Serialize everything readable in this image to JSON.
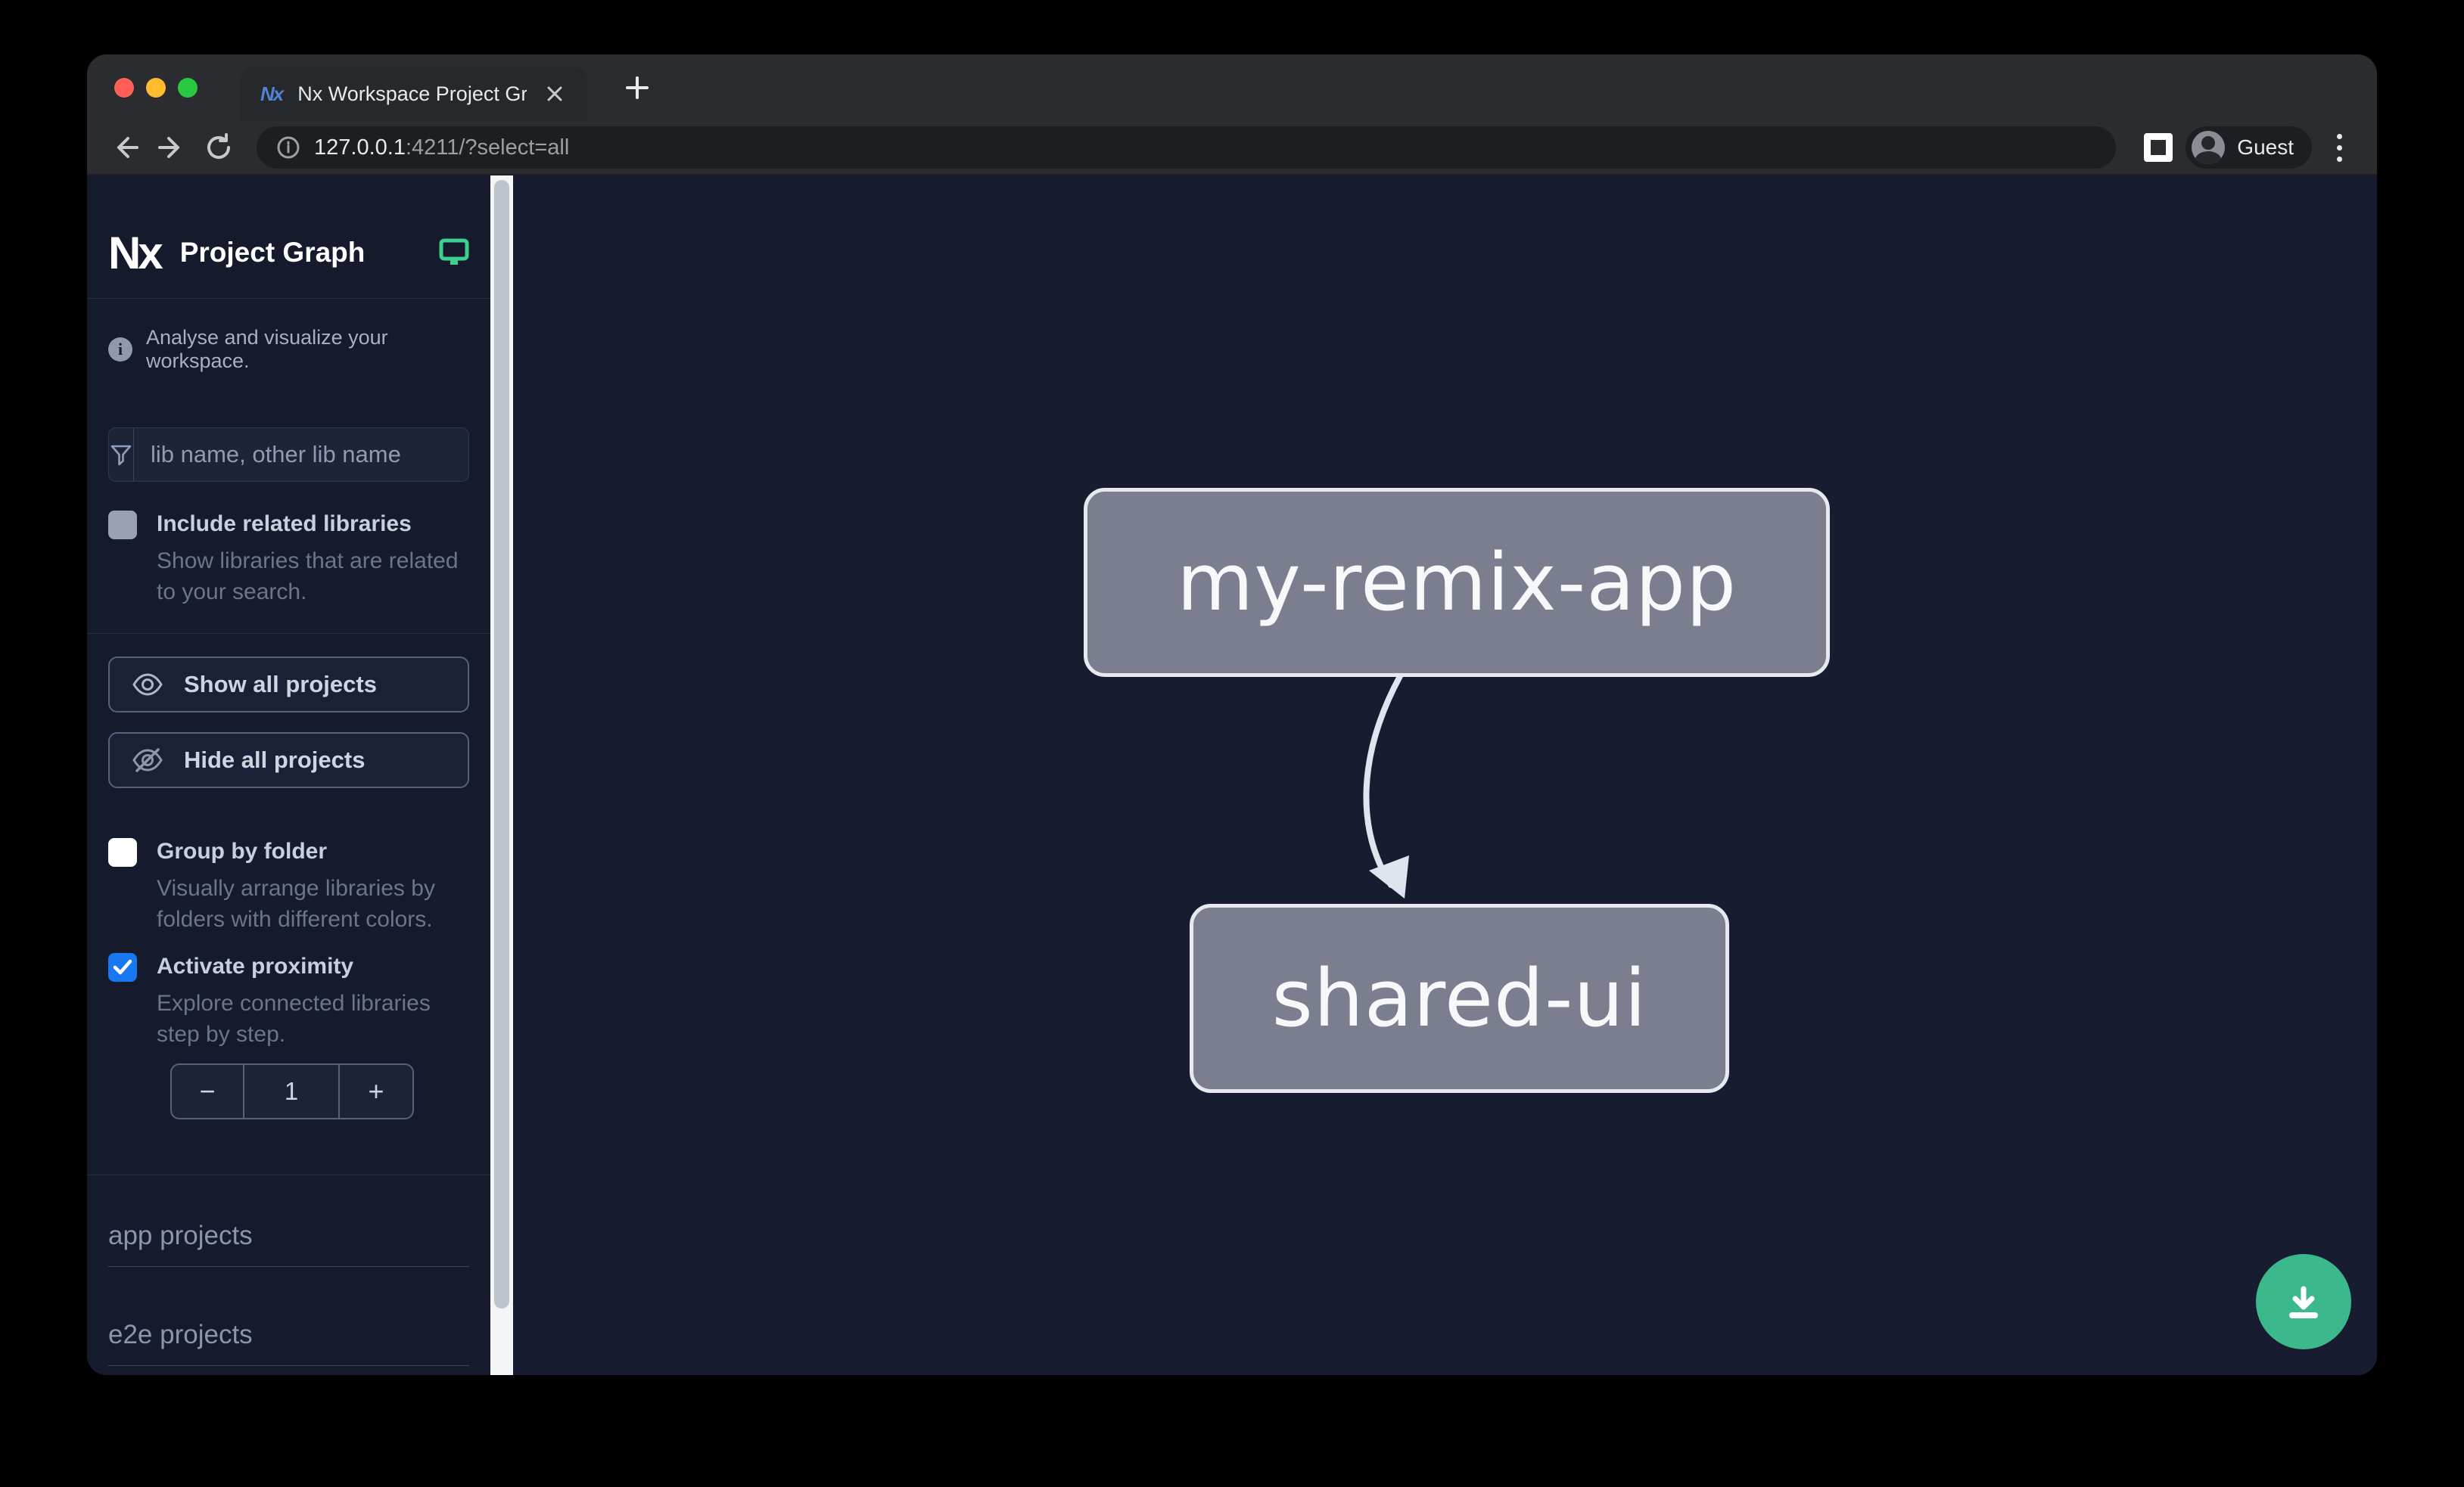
{
  "browser": {
    "tab_title": "Nx Workspace Project Graph",
    "favicon_text": "Nx",
    "url_host": "127.0.0.1",
    "url_path": ":4211/?select=all",
    "profile_label": "Guest"
  },
  "sidebar": {
    "logo_text": "Nx",
    "title": "Project Graph",
    "tagline": "Analyse and visualize your workspace.",
    "filter": {
      "placeholder": "lib name, other lib name"
    },
    "include_related": {
      "label": "Include related libraries",
      "description": "Show libraries that are related to your search.",
      "checked": false
    },
    "show_all_label": "Show all projects",
    "hide_all_label": "Hide all projects",
    "group_by_folder": {
      "label": "Group by folder",
      "description": "Visually arrange libraries by folders with different colors.",
      "checked": false
    },
    "activate_proximity": {
      "label": "Activate proximity",
      "description": "Explore connected libraries step by step.",
      "checked": true
    },
    "proximity_stepper": {
      "decrement_label": "−",
      "value": "1",
      "increment_label": "+"
    },
    "sections": [
      {
        "label": "app projects"
      },
      {
        "label": "e2e projects"
      }
    ]
  },
  "graph": {
    "nodes": [
      {
        "label": "my-remix-app"
      },
      {
        "label": "shared-ui"
      }
    ],
    "edge": {
      "source": "my-remix-app",
      "target": "shared-ui"
    }
  },
  "colors": {
    "accent_green": "#3cb98c",
    "checkbox_blue": "#1778f2",
    "node_fill": "#7a7e8e",
    "node_border": "#e7e9ef",
    "sidebar_bg": "#151a2c",
    "canvas_bg": "#181c30"
  }
}
